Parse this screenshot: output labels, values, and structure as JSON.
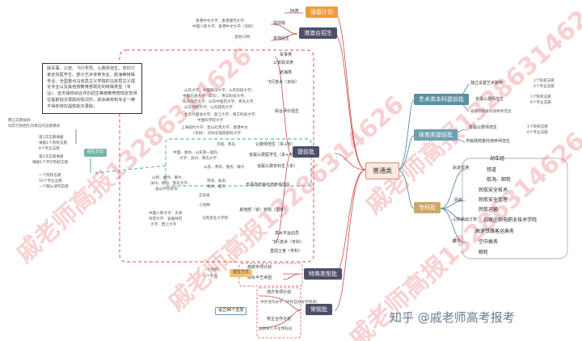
{
  "root": "普通类",
  "top_branches": {
    "jihua": "强基计划",
    "zhuanxiang": "港澳台招生",
    "tiqian": "提前批",
    "tesu": "特殊类型批",
    "changgui": "常规批"
  },
  "jihua_leaf": "3A类",
  "gangao": {
    "lines": [
      "香港中文大学、香港城市大学、",
      "中国人民大学、香港中文大学（深圳）",
      "其他19所"
    ],
    "leaf1": "提前批",
    "leaf2": "单独招生"
  },
  "tiqian_note": "除军事、公安、飞行学员、公费师范生、农村订单定向医学生、部分艺术体育专业、航海等特殊专业、全国重点马克思主义学院的马克思主义理论专业以及其他按教育部规定的特殊类型（专业），省天高校综合评价招生等按教育部规定安排在提前批次录取的情况外，其余高校和专业一律不得安排在提前批次录取。",
  "tiqian_items": [
    "军事类",
    "公安政法类",
    "航海类",
    "飞行技术（本科）",
    "综合评价招生",
    "公费师范生（本+专）",
    "省属公费医学生（本+专）",
    "省属公费农科生（本）",
    "市县政府委托培养师范生",
    "其他部（省）管院（国家）",
    "高水平运动员",
    "飞行技术（专科）",
    "直招士官（专科）"
  ],
  "tiqian_sub": {
    "zonghe1": [
      "山东大学、中国海洋大学、山东科技大学、",
      "中国石油大学（华东）、青岛科技大学、",
      "山东师范大学、山东中医药大学、青岛大学、",
      "山东财经大学、山东建筑大学"
    ],
    "zonghe2": [
      "北京外国语大学、浙江大学、南方科技大学、",
      "中国科学院大学"
    ],
    "zonghe3": [
      "上海纽约大学、昆山杜克大学、香港中文",
      "（深圳）、深圳北理莫斯科大学"
    ],
    "gongfei": [
      "济南、青岛"
    ],
    "yixue": [
      "中国、潍坊、山东第一医科",
      "大学、滨州、青岛大学"
    ],
    "nongke": [
      "山农、青农、鲁农、聊大"
    ],
    "shixian": [
      "山师、曲师、聊大、",
      "滨州、德州、鲁东大学、",
      "泰山学院等等"
    ],
    "shixian2": [
      "菏泽、泰安、",
      "潍坊、临沂"
    ],
    "other": [
      "实验班",
      "小语种",
      "中国人民大学、天津",
      "师范大学、安徽师范",
      "大学、西江大学"
    ],
    "other2": "马克思主义学院"
  },
  "mode_left": {
    "tag": "招生方式",
    "lines": [
      "两江志愿规则",
      "均实行投档比为单位的志愿模式"
    ],
    "block1": [
      "第1次志愿填报",
      "填报1个院校志愿",
      "6个专业志愿"
    ],
    "block2": [
      "第2次志愿填报",
      "填报1个平行院校志愿"
    ],
    "block3": [
      "一个院校志愿",
      "10个专业志愿",
      "一个服从调剂志愿"
    ]
  },
  "tesu_items": [
    "高校专项计划",
    "高水平艺术团"
  ],
  "tesu_tag": "招生方式",
  "tesu_tag_lines": [
    "一个院校",
    "6个专业"
  ],
  "changgui_items": [
    "地方专项计划",
    "中外合作办学（学校自办办学项目）",
    "校企合作计划",
    "边防军人子女预科班"
  ],
  "changgui_tag": "设立96个志愿",
  "right": {
    "art": {
      "label": "艺术类本科提前批",
      "items": [
        "独立设置艺术院校",
        "省属公费师范生",
        "省外院校委托培养师范生"
      ],
      "notes": [
        "1个院校志愿",
        "6个专业志愿",
        "1个院校志愿",
        "6个专业志愿"
      ]
    },
    "sport": {
      "label": "体育类提前批",
      "items": [
        "省属公费师范生",
        "市级政府委托培养师范生"
      ],
      "notes": [
        "1个院校志愿",
        "6个专业志愿"
      ]
    },
    "zhuanke": {
      "label": "专科批",
      "groups": [
        "轨道交通",
        "民航",
        "山东航运订单",
        "乘务"
      ],
      "items": [
        "动车组",
        "铁道",
        "航海、邮轮",
        "民航安全技术",
        "民航安全管理",
        "民航运输",
        "石家庄邮电职业技术学院",
        "高速铁路客运乘务",
        "空中乘务",
        "邮轮"
      ]
    }
  },
  "watermarks": [
    "戚老师高报13286314626",
    "戚老师高报13286314626",
    "戚老师高报13286314626",
    "戚老师高报13286314626"
  ],
  "signature": "知乎 @戚老师高考报考"
}
